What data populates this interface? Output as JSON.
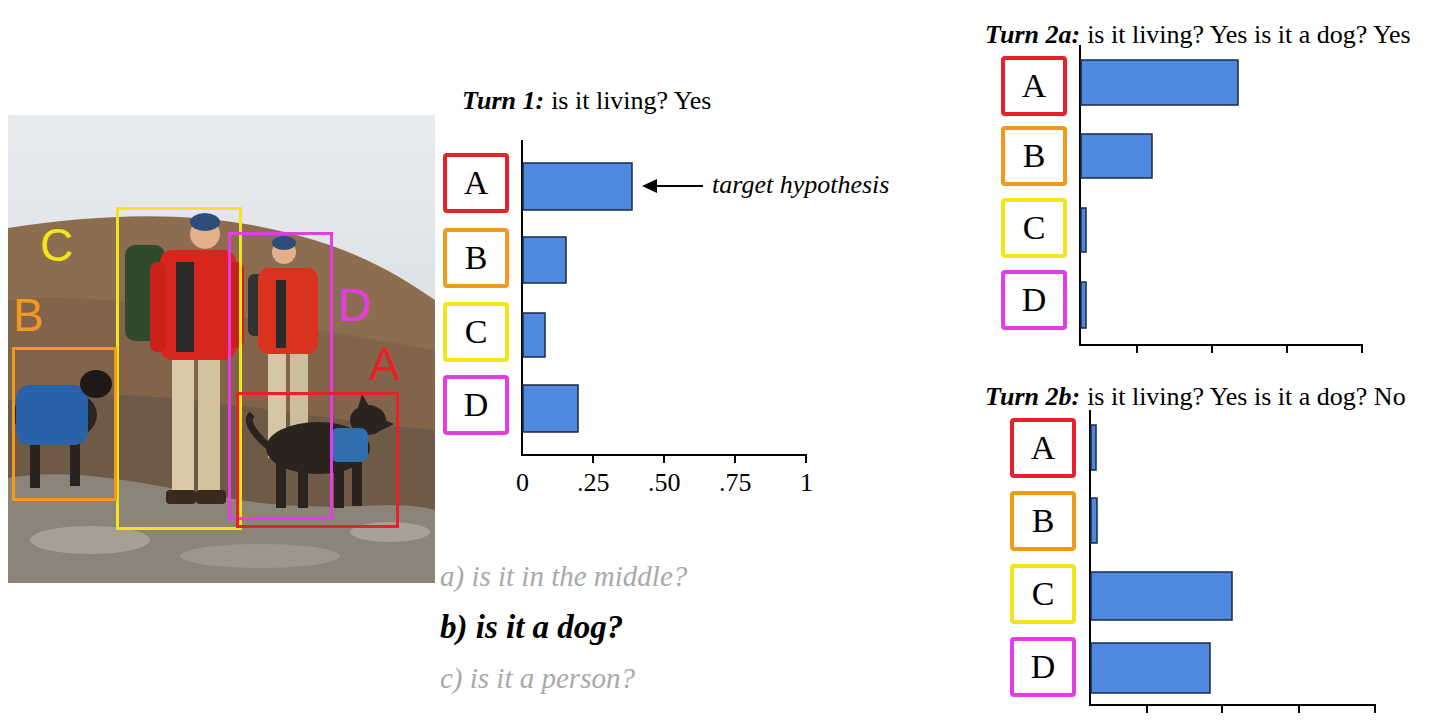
{
  "diagram": {
    "nodes": [
      {
        "text": [
          "C"
        ]
      },
      {
        "text": [
          "D"
        ]
      },
      {
        "text": [
          "B"
        ]
      },
      {
        "text": [
          "A"
        ]
      },
      {
        "text": [
          "A"
        ]
      },
      {
        "text": [
          "B"
        ]
      },
      {
        "text": [
          "C"
        ]
      },
      {
        "text": [
          "D"
        ]
      },
      {
        "text": [
          "A"
        ]
      },
      {
        "text": [
          "B"
        ]
      },
      {
        "text": [
          "C"
        ]
      },
      {
        "text": [
          "D"
        ]
      },
      {
        "text": [
          "A"
        ]
      },
      {
        "text": [
          "B"
        ]
      },
      {
        "text": [
          "C"
        ]
      },
      {
        "text": [
          "D"
        ]
      }
    ],
    "labels": [
      "Turn 1:",
      "is it living? Yes",
      "target hypothesis",
      "0",
      ".25",
      ".50",
      ".75",
      "1",
      "a) is it in the middle?",
      "b) is it a dog?",
      "c) is it a person?",
      "Turn 2a:",
      "is it living? Yes is it a dog? Yes",
      "Turn 2b:",
      "is it living? Yes is it a dog? No"
    ]
  }
}
